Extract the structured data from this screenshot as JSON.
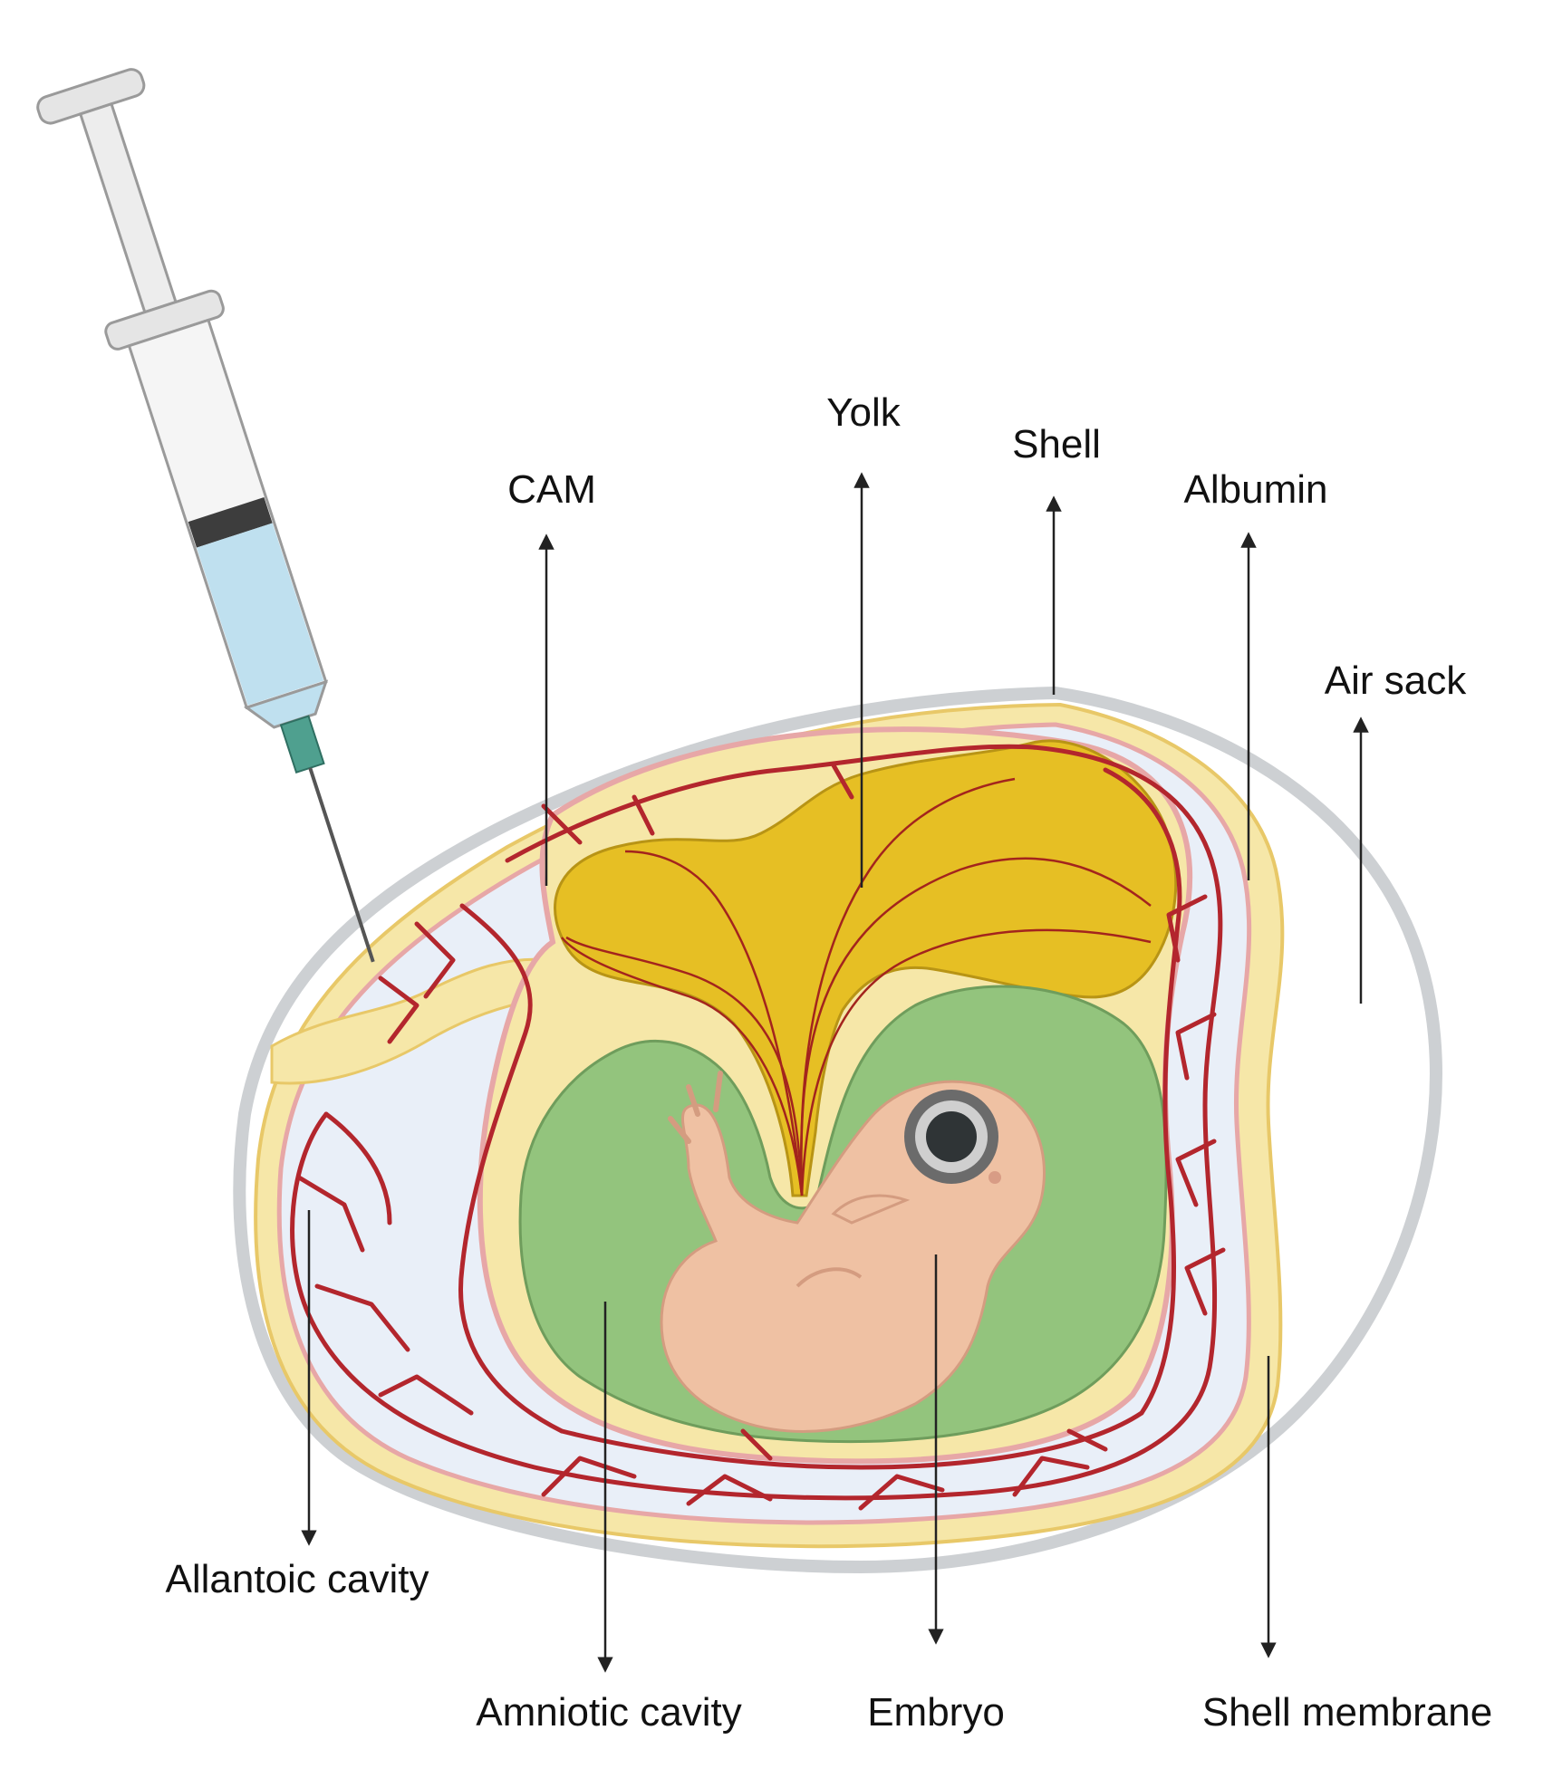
{
  "labels": {
    "cam": "CAM",
    "yolk": "Yolk",
    "shell": "Shell",
    "albumin": "Albumin",
    "air_sack": "Air sack",
    "allantoic_cavity": "Allantoic cavity",
    "amniotic_cavity": "Amniotic cavity",
    "embryo": "Embryo",
    "shell_membrane": "Shell membrane"
  },
  "colors": {
    "shell": "#cdd0d3",
    "albumin": "#f6e7a8",
    "allantoic_fluid": "#e9eff8",
    "vessels": "#b3262d",
    "vessel_outline": "#e7a7a7",
    "yolk": "#e6bf24",
    "amnion": "#93c47d",
    "embryo": "#efc1a3",
    "syringe_liquid": "#bfe0ef",
    "needle_hub": "#4fa08f"
  },
  "icons": [
    "syringe-icon",
    "chick-embryo-icon"
  ]
}
